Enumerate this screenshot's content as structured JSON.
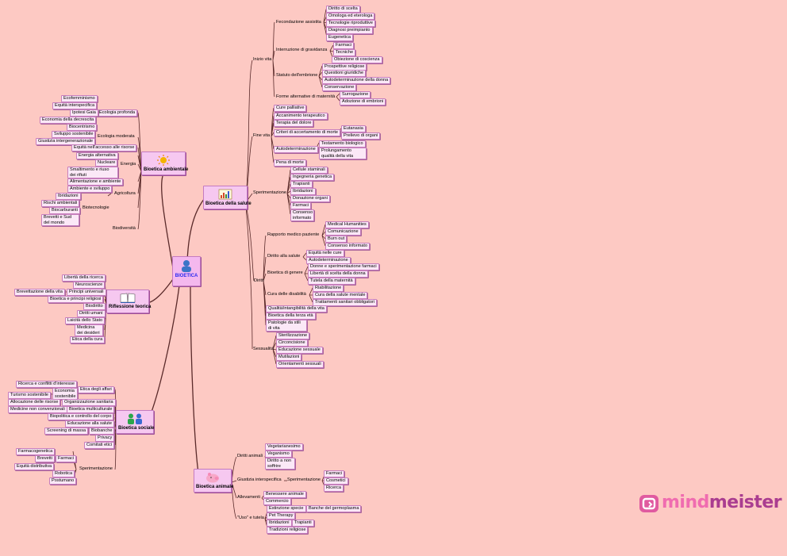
{
  "root": {
    "label": "BIOETICA"
  },
  "branches": {
    "ambientale": "Bioetica ambientale",
    "salute": "Bioetica della salute",
    "riflessione": "Riflessione teorica",
    "sociale": "Bioetica sociale",
    "animale": "Bioetica animale"
  },
  "ambientale": {
    "ecologia_profonda": "Ecologia profonda",
    "ecofemminismo": "Ecofemminismo",
    "equita_interspecifica": "Equità interspecifica",
    "ipotesi_gaia": "Ipotesi Gaia",
    "economia_decrescita": "Economia della decrescita",
    "biocentrismo": "Biocentrismo",
    "ecologia_moderata": "Ecologia moderata",
    "sviluppo_sostenibile": "Sviluppo sostenibile",
    "giustizia_intergen": "Giustizia intergenerazionale",
    "equita_risorse": "Equità nell'accesso alle risorse",
    "energia_alternativa": "Energia alternativa",
    "nucleare": "Nucleare",
    "energia": "Energia",
    "smaltimento": "Smaltimento e riuso dei rifiuti",
    "alimentazione_ambiente": "Alimentazione e ambiente",
    "ambiente_sviluppo": "Ambiente e sviluppo",
    "agricoltura": "Agricoltura",
    "ibridazioni": "Ibridazioni",
    "rischi_ambientali": "Rischi ambientali",
    "biotecnologie": "Biotecnologie",
    "biocarburanti": "Biocarburanti",
    "brevetti_sud": "Brevetti e Sud del mondo",
    "biodiversita": "Biodiversità"
  },
  "salute": {
    "inizio_vita": "Inizio vita",
    "fecondazione": "Fecondazione assistita",
    "diritto_scelta": "Diritto di scelta",
    "omologa": "Omologa ed eterologa",
    "tecnologie_ripro": "Tecnologie riproduttive",
    "diagnosi_preimpianto": "Diagnosi preimpianto",
    "eugenetica": "Eugenetica",
    "interruzione": "Interruzione di gravidanza",
    "farmaci": "Farmaci",
    "tecniche": "Tecniche",
    "obiezione": "Obiezione di coscienza",
    "statuto_embrione": "Statuto dell'embrione",
    "prospettive_religiose": "Prospettive religiose",
    "questioni_giuridiche": "Questioni giuridiche",
    "autodeterminazione_donna": "Autodeterminazione della donna",
    "conservazione": "Conservazione",
    "forme_alternative": "Forme alternative di maternità",
    "surrogazione": "Surrogazione",
    "adozione_embrioni": "Adozione di embrioni",
    "fine_vita": "Fine vita",
    "cure_palliative": "Cure palliative",
    "accanimento": "Accanimento terapeutico",
    "terapia_dolore": "Terapia del dolore",
    "criteri_morte": "Criteri di accertamento di morte",
    "eutanasia": "Eutanasia",
    "prelievo_organi": "Prelievo di organi",
    "autodeterminazione": "Autodeterminazione",
    "testamento": "Testamento biologico",
    "prolungamento": "Prolungamento qualità della vita",
    "pena_morte": "Pena di morte",
    "sperimentazione": "Sperimentazione",
    "cellule_staminali": "Cellule staminali",
    "ingegneria_genetica": "Ingegneria genetica",
    "trapianti": "Trapianti",
    "ibridazioni": "Ibridazioni",
    "donazione_organi": "Donazione organi",
    "farmaci2": "Farmaci",
    "consenso_informato": "Consenso informato",
    "diritti": "Diritti",
    "rapporto_medico": "Rapporto medico paziente",
    "medical_humanities": "Medical Humanities",
    "comunicazione": "Comunicazione",
    "burn_out": "Burn out",
    "consenso_informato2": "Consenso informato",
    "diritto_salute": "Diritto alla salute",
    "equita_cure": "Equità nelle cure",
    "autodeterminazione2": "Autodeterminazione",
    "bioetica_genere": "Bioetica di genere",
    "donne_sperimentazione": "Donne e sperimentazione farmaci",
    "liberta_scelta_donna": "Libertà di scelta della donna",
    "tutela_maternita": "Tutela della maternità",
    "cura_disabilita": "Cura delle disabilità",
    "riabilitazione": "Riabilitazione",
    "cura_salute_mentale": "Cura della salute mentale",
    "trattamenti_obbligatori": "Trattamenti sanitari obbligatori",
    "qualita_vita": "Qualità/intangibilità della vita",
    "terza_eta": "Bioetica della terza età",
    "patologie_stili": "Patologie da stili di vita",
    "sessualita": "Sessualità",
    "sterilizzazione": "Sterilizzazione",
    "circoncisione": "Circoncisione",
    "educazione_sessuale": "Educazione sessuale",
    "mutilazioni": "Mutilazioni",
    "orientamenti_sessuali": "Orientamenti sessuali"
  },
  "riflessione": {
    "liberta_ricerca": "Libertà della ricerca",
    "neuroscienze": "Neuroscienze",
    "brevettazione": "Brevettazione della vita",
    "principi_universali": "Principi universali",
    "bioetica_religiosi": "Bioetica e principi religiosi",
    "biodiritto": "Biodiritto",
    "diritti_umani": "Diritti umani",
    "laicita": "Laicità dello Stato",
    "medicina_desideri": "Medicina dei desideri",
    "etica_cura": "Etica della cura"
  },
  "sociale": {
    "ricerca_conflitti": "Ricerca e conflitti d'interesse",
    "etica_affari": "Etica degli affari",
    "economia_sostenibile": "Economia sostenibile",
    "turismo": "Turismo sostenibile",
    "allocazione": "Allocazione delle risorse",
    "organizzazione_sanitaria": "Organizzazione sanitaria",
    "medicine_non_conv": "Medicine non convenzionali",
    "bioetica_multiculturale": "Bioetica multiculturale",
    "biopolitica": "Biopolitica e controllo del corpo",
    "educazione_salute": "Educazione alla salute",
    "screening": "Screening di massa",
    "biobanche": "Biobanche",
    "privacy": "Privacy",
    "comitati_etici": "Comitati etici",
    "farmacogenetica": "Farmacogenetica",
    "brevetti": "Brevetti",
    "farmaci": "Farmaci",
    "equita_distributiva": "Equità distributiva",
    "robotica": "Robotica",
    "sperimentazione": "Sperimentazione",
    "postumano": "Postumano"
  },
  "animale": {
    "diritti_animali": "Diritti animali",
    "vegetarianesimo": "Vegetarianesimo",
    "veganismo": "Veganismo",
    "diritto_non_soffrire": "Diritto a non soffrire",
    "giustizia_interspecifica": "Giustizia interspecifica",
    "sperimentazione": "Sperimentazione",
    "farmaci": "Farmaci",
    "cosmetici": "Cosmetici",
    "ricerca": "Ricerca",
    "allevamenti": "Allevamenti",
    "benessere_animale": "Benessere animale",
    "commercio": "Commercio",
    "uso_tutela": "\"Uso\" e tutela",
    "estinzione_specie": "Estinzione specie",
    "banche_germoplasma": "Banche del germoplasma",
    "pet_therapy": "Pet Therapy",
    "ibridazioni": "Ibridazioni",
    "trapianti": "Trapianti",
    "tradizioni_religiose": "Tradizioni religiose"
  },
  "brand": {
    "part1": "mind",
    "part2": "meister"
  },
  "icons": {
    "root": "people-icon",
    "ambientale": "sun-icon",
    "salute": "chart-icon",
    "riflessione": "open-book-icon",
    "sociale": "people-pair-icon",
    "animale": "pig-icon"
  },
  "colors": {
    "background": "#fdc9c3",
    "node_fill": "#fbe8f7",
    "node_border": "#c77fbd",
    "link": "#5a2a2a",
    "brand_light": "#f06cb0",
    "brand_dark": "#aa3d90"
  }
}
